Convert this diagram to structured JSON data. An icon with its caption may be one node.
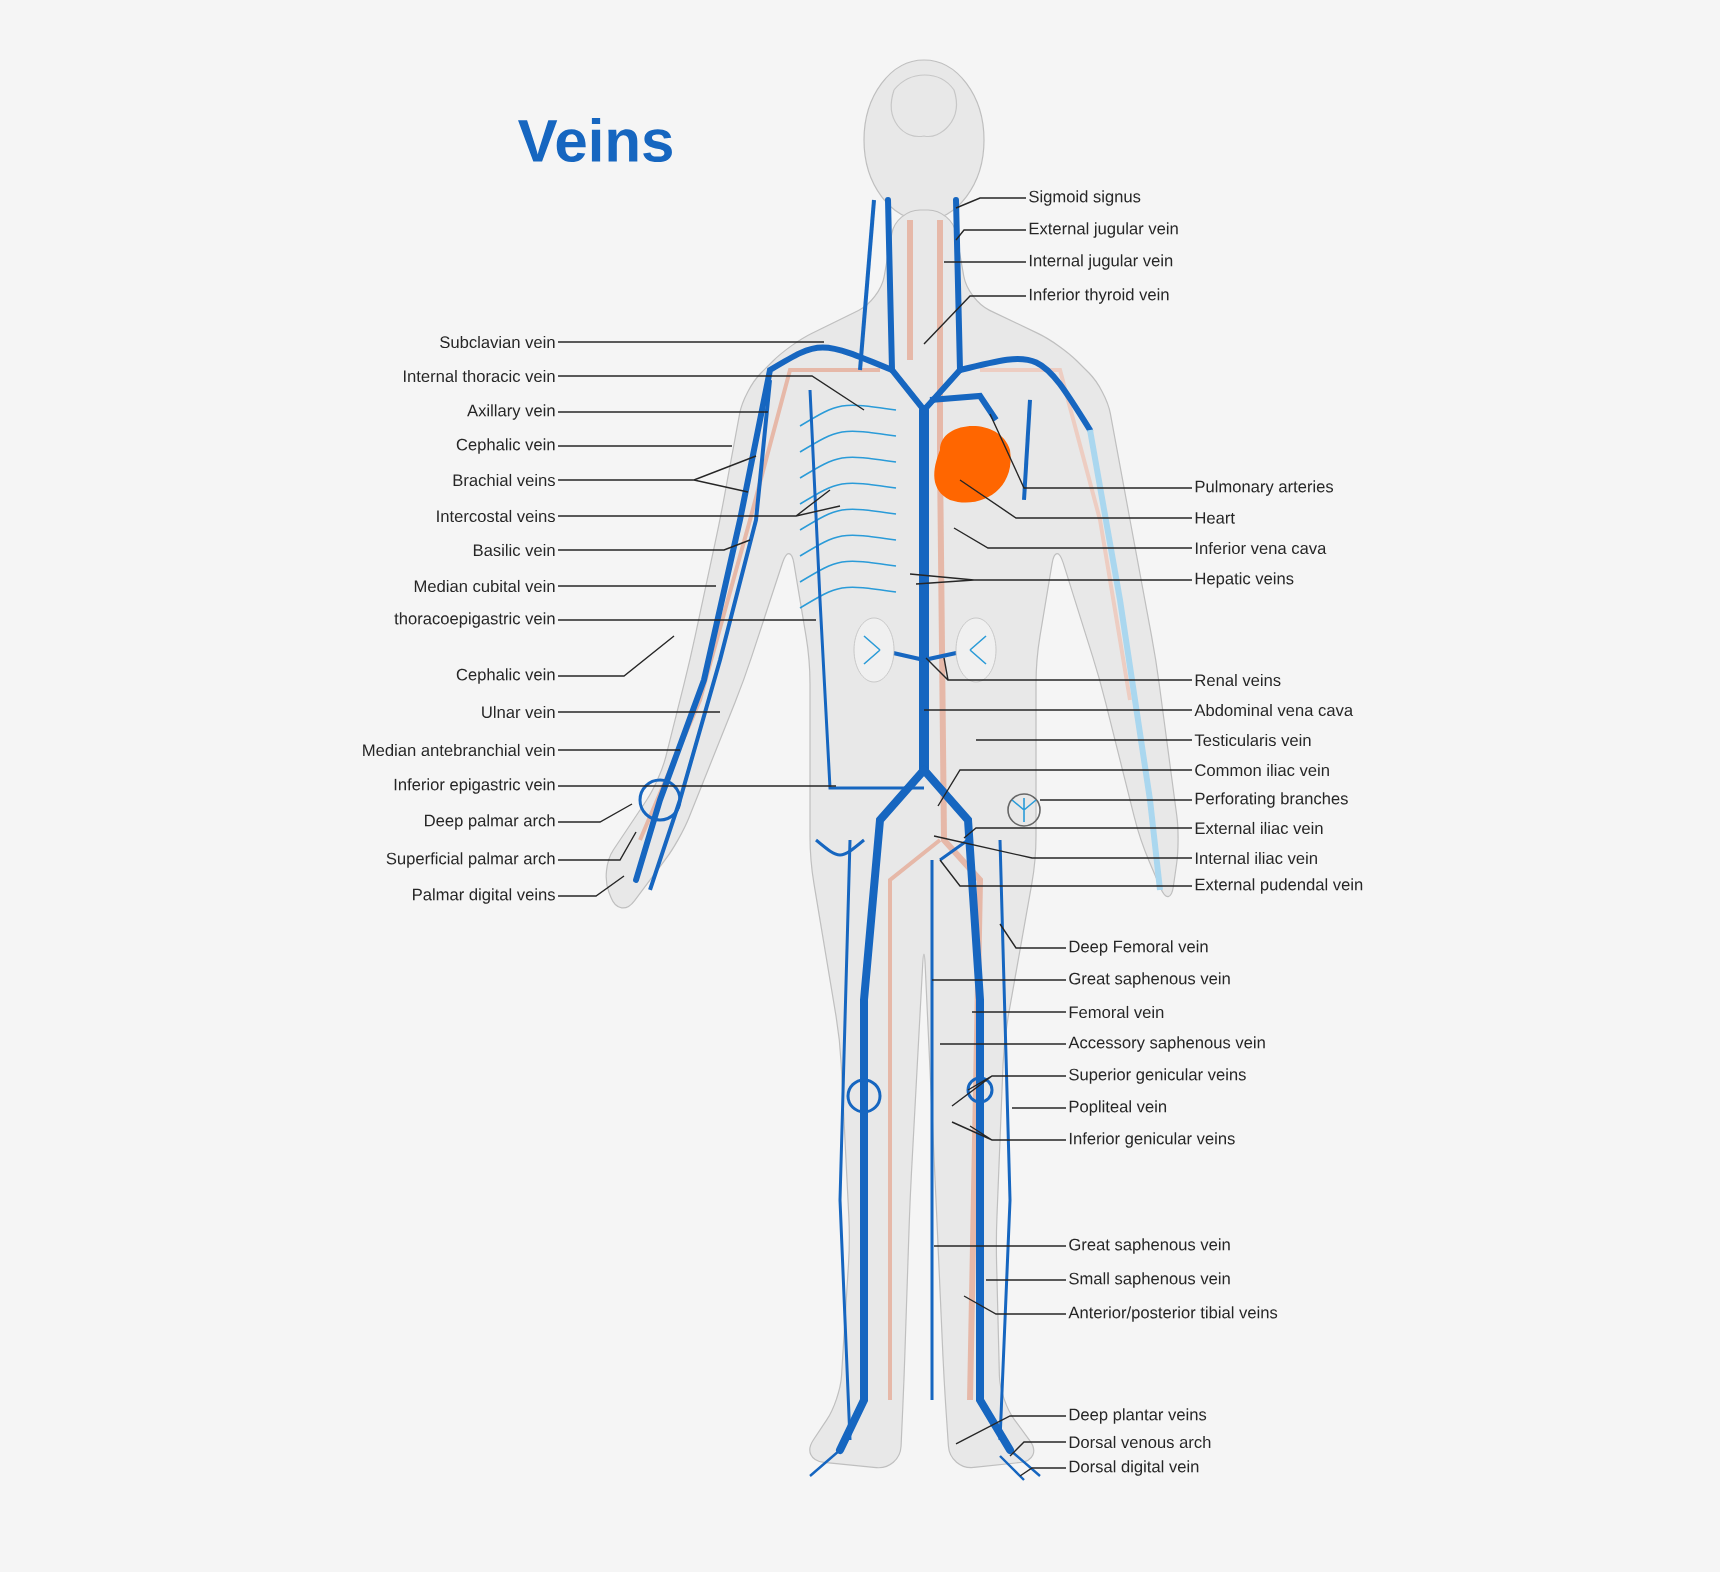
{
  "diagram": {
    "title": "Veins",
    "nodes": [
      {
        "text": [
          "Subclavian vein"
        ]
      },
      {
        "text": [
          "Internal thoracic vein"
        ]
      },
      {
        "text": [
          "Axillary vein"
        ]
      },
      {
        "text": [
          "Cephalic vein"
        ]
      },
      {
        "text": [
          "Brachial veins"
        ]
      },
      {
        "text": [
          "Intercostal veins"
        ]
      },
      {
        "text": [
          "Basilic vein"
        ]
      },
      {
        "text": [
          "Median cubital vein"
        ]
      },
      {
        "text": [
          "thoracoepigastric vein"
        ]
      },
      {
        "text": [
          "Cephalic vein"
        ]
      },
      {
        "text": [
          "Ulnar vein"
        ]
      },
      {
        "text": [
          "Median antebranchial vein"
        ]
      },
      {
        "text": [
          "Inferior epigastric vein"
        ]
      },
      {
        "text": [
          "Deep palmar arch"
        ]
      },
      {
        "text": [
          "Superficial palmar arch"
        ]
      },
      {
        "text": [
          "Palmar digital veins"
        ]
      },
      {
        "text": [
          "Sigmoid signus"
        ]
      },
      {
        "text": [
          "External jugular vein"
        ]
      },
      {
        "text": [
          "Internal jugular vein"
        ]
      },
      {
        "text": [
          "Inferior thyroid vein"
        ]
      },
      {
        "text": [
          "Pulmonary arteries"
        ]
      },
      {
        "text": [
          "Heart"
        ]
      },
      {
        "text": [
          "Inferior vena cava"
        ]
      },
      {
        "text": [
          "Hepatic veins"
        ]
      },
      {
        "text": [
          "Renal veins"
        ]
      },
      {
        "text": [
          "Abdominal vena cava"
        ]
      },
      {
        "text": [
          "Testicularis vein"
        ]
      },
      {
        "text": [
          "Common iliac vein"
        ]
      },
      {
        "text": [
          "Perforating branches"
        ]
      },
      {
        "text": [
          "External iliac vein"
        ]
      },
      {
        "text": [
          "Internal iliac vein"
        ]
      },
      {
        "text": [
          "External pudendal vein"
        ]
      },
      {
        "text": [
          "Deep Femoral vein"
        ]
      },
      {
        "text": [
          "Great saphenous vein"
        ]
      },
      {
        "text": [
          "Femoral vein"
        ]
      },
      {
        "text": [
          "Accessory saphenous vein"
        ]
      },
      {
        "text": [
          "Superior genicular veins"
        ]
      },
      {
        "text": [
          "Popliteal vein"
        ]
      },
      {
        "text": [
          "Inferior genicular veins"
        ]
      },
      {
        "text": [
          "Great saphenous vein"
        ]
      },
      {
        "text": [
          "Small saphenous vein"
        ]
      },
      {
        "text": [
          "Anterior/posterior tibial veins"
        ]
      },
      {
        "text": [
          "Deep plantar veins"
        ]
      },
      {
        "text": [
          "Dorsal venous arch"
        ]
      },
      {
        "text": [
          "Dorsal digital vein"
        ]
      }
    ],
    "edges": [
      {
        "from": 0,
        "to": null,
        "arrow": "none"
      },
      {
        "from": 1,
        "to": null,
        "arrow": "none"
      },
      {
        "from": 2,
        "to": null,
        "arrow": "none"
      },
      {
        "from": 3,
        "to": null,
        "arrow": "none"
      },
      {
        "from": 4,
        "to": null,
        "arrow": "none"
      },
      {
        "from": 5,
        "to": null,
        "arrow": "none"
      },
      {
        "from": 6,
        "to": null,
        "arrow": "none"
      },
      {
        "from": 7,
        "to": null,
        "arrow": "none"
      },
      {
        "from": 8,
        "to": null,
        "arrow": "none"
      },
      {
        "from": 9,
        "to": null,
        "arrow": "none"
      },
      {
        "from": 10,
        "to": null,
        "arrow": "none"
      },
      {
        "from": 11,
        "to": null,
        "arrow": "none"
      },
      {
        "from": 12,
        "to": null,
        "arrow": "none"
      },
      {
        "from": 13,
        "to": null,
        "arrow": "none"
      },
      {
        "from": 14,
        "to": null,
        "arrow": "none"
      },
      {
        "from": 15,
        "to": null,
        "arrow": "none"
      },
      {
        "from": 16,
        "to": null,
        "arrow": "none"
      },
      {
        "from": 17,
        "to": null,
        "arrow": "none"
      },
      {
        "from": 18,
        "to": null,
        "arrow": "none"
      },
      {
        "from": 19,
        "to": null,
        "arrow": "none"
      },
      {
        "from": 20,
        "to": null,
        "arrow": "none"
      },
      {
        "from": 21,
        "to": null,
        "arrow": "none"
      },
      {
        "from": 22,
        "to": null,
        "arrow": "none"
      },
      {
        "from": 23,
        "to": null,
        "arrow": "none"
      },
      {
        "from": 24,
        "to": null,
        "arrow": "none"
      },
      {
        "from": 25,
        "to": null,
        "arrow": "none"
      },
      {
        "from": 26,
        "to": null,
        "arrow": "none"
      },
      {
        "from": 27,
        "to": null,
        "arrow": "none"
      },
      {
        "from": 28,
        "to": null,
        "arrow": "none"
      },
      {
        "from": 29,
        "to": null,
        "arrow": "none"
      },
      {
        "from": 30,
        "to": null,
        "arrow": "none"
      },
      {
        "from": 31,
        "to": null,
        "arrow": "none"
      },
      {
        "from": 32,
        "to": null,
        "arrow": "none"
      },
      {
        "from": 33,
        "to": null,
        "arrow": "none"
      },
      {
        "from": 34,
        "to": null,
        "arrow": "none"
      },
      {
        "from": 35,
        "to": null,
        "arrow": "none"
      },
      {
        "from": 36,
        "to": null,
        "arrow": "none"
      },
      {
        "from": 37,
        "to": null,
        "arrow": "none"
      },
      {
        "from": 38,
        "to": null,
        "arrow": "none"
      },
      {
        "from": 39,
        "to": null,
        "arrow": "none"
      },
      {
        "from": 40,
        "to": null,
        "arrow": "none"
      },
      {
        "from": 41,
        "to": null,
        "arrow": "none"
      },
      {
        "from": 42,
        "to": null,
        "arrow": "none"
      },
      {
        "from": 43,
        "to": null,
        "arrow": "none"
      },
      {
        "from": 44,
        "to": null,
        "arrow": "none"
      }
    ]
  }
}
